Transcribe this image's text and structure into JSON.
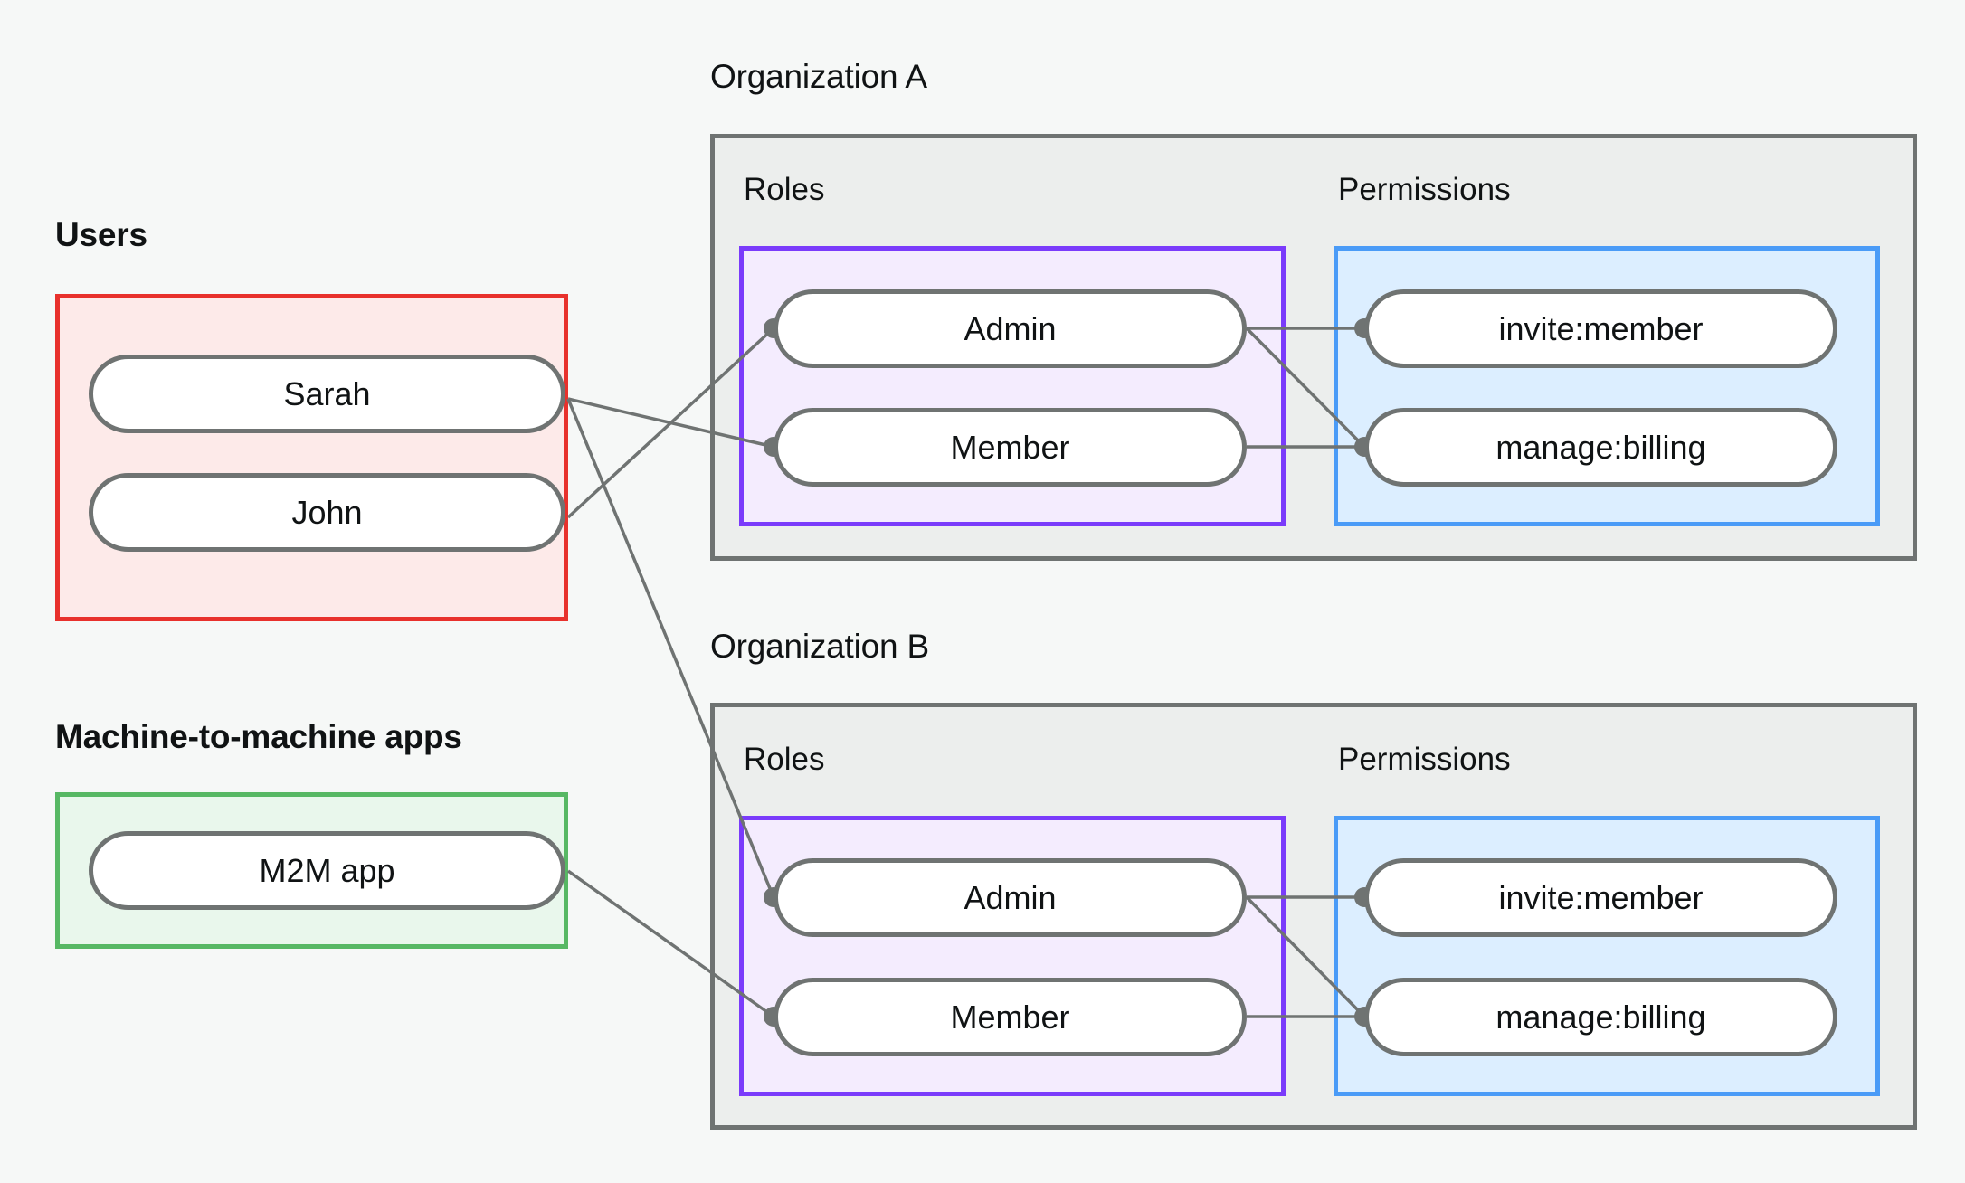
{
  "diagram": {
    "title_users": "Users",
    "title_m2m": "Machine-to-machine apps",
    "org_a_title": "Organization A",
    "org_b_title": "Organization B",
    "roles_label": "Roles",
    "permissions_label": "Permissions"
  },
  "users": {
    "label": "Users",
    "items": [
      {
        "label": "Sarah"
      },
      {
        "label": "John"
      }
    ]
  },
  "m2m": {
    "label": "Machine-to-machine apps",
    "items": [
      {
        "label": "M2M app"
      }
    ]
  },
  "organizations": [
    {
      "title": "Organization A",
      "roles_label": "Roles",
      "permissions_label": "Permissions",
      "roles": [
        {
          "label": "Admin"
        },
        {
          "label": "Member"
        }
      ],
      "permissions": [
        {
          "label": "invite:member"
        },
        {
          "label": "manage:billing"
        }
      ]
    },
    {
      "title": "Organization B",
      "roles_label": "Roles",
      "permissions_label": "Permissions",
      "roles": [
        {
          "label": "Admin"
        },
        {
          "label": "Member"
        }
      ],
      "permissions": [
        {
          "label": "invite:member"
        },
        {
          "label": "manage:billing"
        }
      ]
    }
  ],
  "colors": {
    "background": "#f6f8f7",
    "users_border": "#e8312c",
    "users_fill": "#fdeae9",
    "m2m_border": "#57b864",
    "m2m_fill": "#e9f7ec",
    "org_border": "#6f7372",
    "org_fill": "#eceeed",
    "roles_border": "#7a3bfb",
    "roles_fill": "#f4ecfe",
    "perms_border": "#4a9bf7",
    "perms_fill": "#dceeff",
    "pill_border": "#6f7372",
    "pill_fill": "#ffffff",
    "edge": "#6f7372",
    "text": "#101314"
  },
  "edges": [
    {
      "from": "users.sarah",
      "to": "orgA.role.member"
    },
    {
      "from": "users.sarah",
      "to": "orgB.role.admin"
    },
    {
      "from": "users.john",
      "to": "orgA.role.admin"
    },
    {
      "from": "m2m.app",
      "to": "orgB.role.member"
    },
    {
      "from": "orgA.role.admin",
      "to": "orgA.perm.invite_member"
    },
    {
      "from": "orgA.role.admin",
      "to": "orgA.perm.manage_billing"
    },
    {
      "from": "orgA.role.member",
      "to": "orgA.perm.manage_billing"
    },
    {
      "from": "orgB.role.admin",
      "to": "orgB.perm.invite_member"
    },
    {
      "from": "orgB.role.admin",
      "to": "orgB.perm.manage_billing"
    },
    {
      "from": "orgB.role.member",
      "to": "orgB.perm.manage_billing"
    }
  ]
}
